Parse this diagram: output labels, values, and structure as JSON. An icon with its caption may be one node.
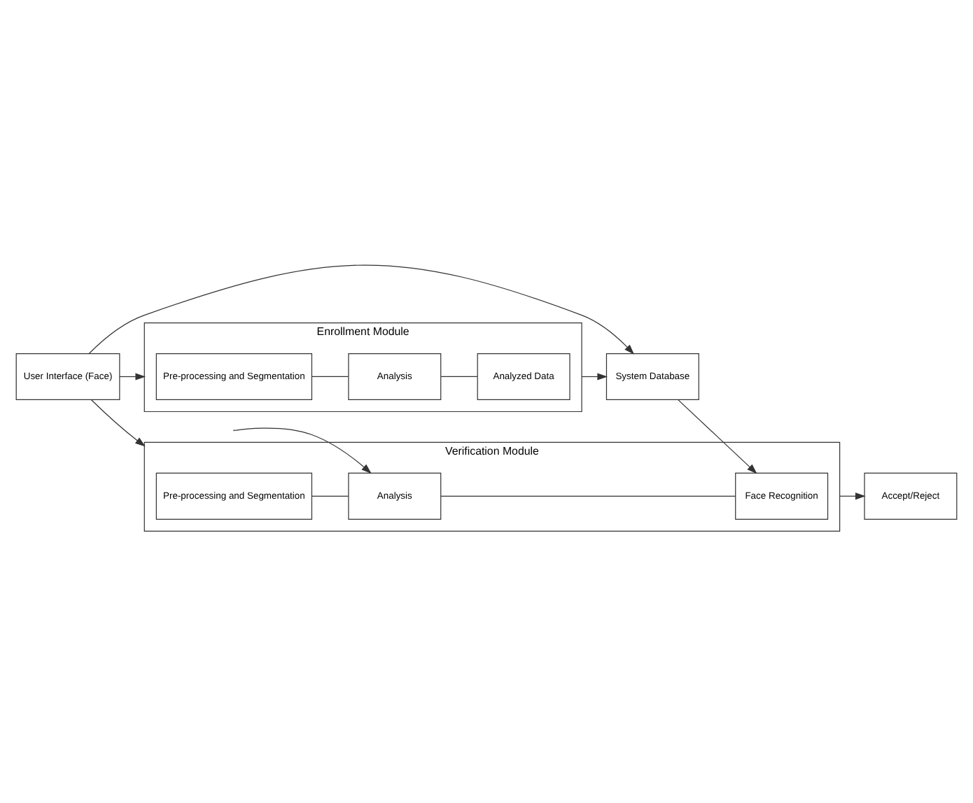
{
  "diagram": {
    "nodes": [
      {
        "text": [
          "User Interface (Face)"
        ]
      },
      {
        "text": [
          "Enrollment Module"
        ]
      },
      {
        "text": [
          "Pre-processing and Segmentation"
        ],
        "in": 1
      },
      {
        "text": [
          "Analysis"
        ],
        "in": 1
      },
      {
        "text": [
          "Analyzed Data"
        ],
        "in": 1
      },
      {
        "text": [
          "System Database"
        ]
      },
      {
        "text": [
          "Verification Module"
        ]
      },
      {
        "text": [
          "Pre-processing and Segmentation"
        ],
        "in": 6
      },
      {
        "text": [
          "Analysis"
        ],
        "in": 6
      },
      {
        "text": [
          "Face Recognition"
        ],
        "in": 6
      },
      {
        "text": [
          "Accept/Reject"
        ]
      }
    ],
    "edges": [
      {
        "from": 0,
        "to": 1,
        "arrow": "to"
      },
      {
        "from": 0,
        "to": 6,
        "arrow": "to"
      },
      {
        "from": 0,
        "to": 5,
        "arrow": "to"
      },
      {
        "from": 2,
        "to": 3,
        "arrow": "none"
      },
      {
        "from": 3,
        "to": 4,
        "arrow": "none"
      },
      {
        "from": 1,
        "to": 5,
        "arrow": "to"
      },
      {
        "from": 5,
        "to": 9,
        "arrow": "to"
      },
      {
        "from": null,
        "to": 8,
        "arrow": "to"
      },
      {
        "from": 7,
        "to": 8,
        "arrow": "none"
      },
      {
        "from": 8,
        "to": 9,
        "arrow": "none"
      },
      {
        "from": 6,
        "to": 10,
        "arrow": "to"
      }
    ]
  }
}
